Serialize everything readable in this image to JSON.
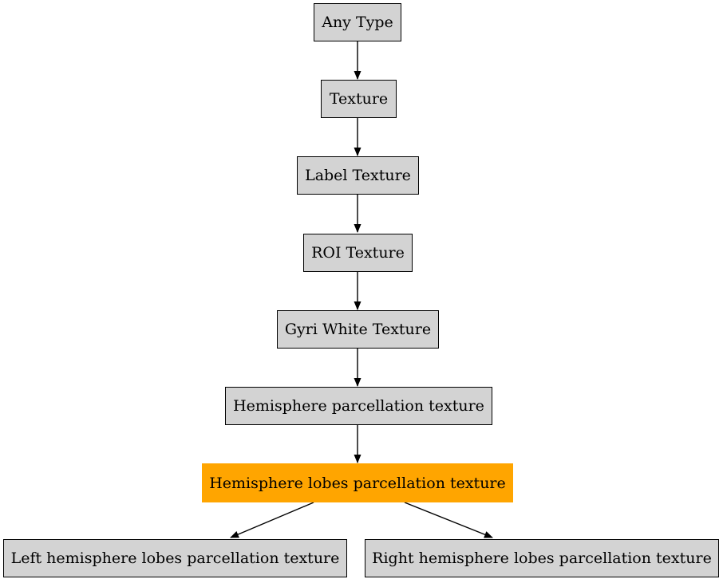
{
  "diagram": {
    "type": "hierarchy-graph",
    "background_color": "#ffffff",
    "node_fill_color": "#d3d3d3",
    "node_border_color": "#000000",
    "highlight_fill_color": "#ffa500",
    "edge_color": "#000000",
    "nodes": [
      {
        "id": "any-type",
        "label": "Any Type",
        "highlighted": false
      },
      {
        "id": "texture",
        "label": "Texture",
        "highlighted": false
      },
      {
        "id": "label-texture",
        "label": "Label Texture",
        "highlighted": false
      },
      {
        "id": "roi-texture",
        "label": "ROI Texture",
        "highlighted": false
      },
      {
        "id": "gyri-white-texture",
        "label": "Gyri White Texture",
        "highlighted": false
      },
      {
        "id": "hemisphere-parcellation-texture",
        "label": "Hemisphere parcellation texture",
        "highlighted": false
      },
      {
        "id": "hemisphere-lobes-parcellation-texture",
        "label": "Hemisphere lobes parcellation texture",
        "highlighted": true
      },
      {
        "id": "left-hemisphere-lobes-parcellation-texture",
        "label": "Left hemisphere lobes parcellation texture",
        "highlighted": false
      },
      {
        "id": "right-hemisphere-lobes-parcellation-texture",
        "label": "Right hemisphere lobes parcellation texture",
        "highlighted": false
      }
    ],
    "edges": [
      {
        "from": "any-type",
        "to": "texture"
      },
      {
        "from": "texture",
        "to": "label-texture"
      },
      {
        "from": "label-texture",
        "to": "roi-texture"
      },
      {
        "from": "roi-texture",
        "to": "gyri-white-texture"
      },
      {
        "from": "gyri-white-texture",
        "to": "hemisphere-parcellation-texture"
      },
      {
        "from": "hemisphere-parcellation-texture",
        "to": "hemisphere-lobes-parcellation-texture"
      },
      {
        "from": "hemisphere-lobes-parcellation-texture",
        "to": "left-hemisphere-lobes-parcellation-texture"
      },
      {
        "from": "hemisphere-lobes-parcellation-texture",
        "to": "right-hemisphere-lobes-parcellation-texture"
      }
    ]
  }
}
